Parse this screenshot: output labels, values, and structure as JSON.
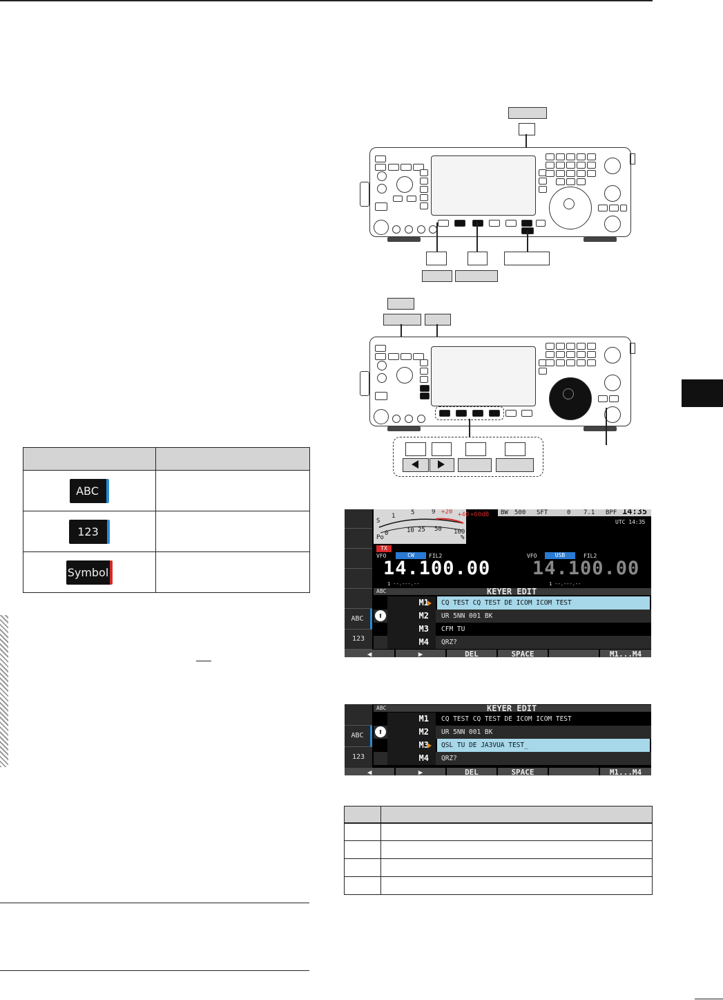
{
  "keyboard_table": {
    "header_col1": "",
    "header_col2": "",
    "rows": [
      {
        "key_label": "ABC",
        "description": ""
      },
      {
        "key_label": "123",
        "description": ""
      },
      {
        "key_label": "Symbol",
        "description": ""
      }
    ]
  },
  "lcd1": {
    "side_keys": [
      "",
      "",
      "",
      "",
      "",
      "ABC",
      "123"
    ],
    "meter": {
      "s_scale": [
        "S",
        "1",
        "5",
        "9",
        "+20",
        "+40",
        "+60dB"
      ],
      "po_scale": [
        "Po",
        "0",
        "10",
        "25",
        "50",
        "100",
        "%"
      ],
      "tx_badge": "TX"
    },
    "status": {
      "bw": "BW",
      "bw_value": "500",
      "sft": "SFT",
      "sft_value": "0",
      "sft_value2": "7.1",
      "bpf": "BPF",
      "clock": "14:35",
      "utc": "UTC 14:35"
    },
    "main": {
      "vfo": "VFO",
      "mode": "CW",
      "fil": "FIL2",
      "freq": "14.100.00",
      "sub": "1 --.---.--"
    },
    "sub": {
      "vfo": "VFO",
      "mode": "USB",
      "fil": "FIL2",
      "freq": "14.100.00",
      "sub": "1 --.---.--"
    },
    "editor_mode": "ABC",
    "editor_title": "KEYER EDIT",
    "rows": [
      {
        "label": "M1",
        "text": "CQ TEST CQ TEST DE ICOM ICOM TEST",
        "selected": true
      },
      {
        "label": "M2",
        "text": "UR 5NN 001 BK",
        "selected": false
      },
      {
        "label": "M3",
        "text": "CFM TU",
        "selected": false
      },
      {
        "label": "M4",
        "text": "QRZ?",
        "selected": false
      }
    ],
    "fkeys": [
      "◀",
      "▶",
      "DEL",
      "SPACE",
      "",
      "M1...M4"
    ]
  },
  "lcd2": {
    "side_keys": [
      "",
      "ABC",
      "123"
    ],
    "editor_mode": "ABC",
    "editor_title": "KEYER EDIT",
    "rows": [
      {
        "label": "M1",
        "text": "CQ TEST CQ TEST DE ICOM ICOM TEST",
        "selected": false
      },
      {
        "label": "M2",
        "text": "UR 5NN 001 BK",
        "selected": false
      },
      {
        "label": "M3",
        "text": "QSL TU DE JA3VUA TEST_",
        "selected": true
      },
      {
        "label": "M4",
        "text": "QRZ?",
        "selected": false
      }
    ],
    "fkeys": [
      "◀",
      "▶",
      "DEL",
      "SPACE",
      "",
      "M1...M4"
    ]
  },
  "colors": {
    "selected_row": "#a6d8ea",
    "cursor": "#e08a20",
    "keyblue": "#2a8ad4",
    "keyred": "#d42a2a"
  }
}
